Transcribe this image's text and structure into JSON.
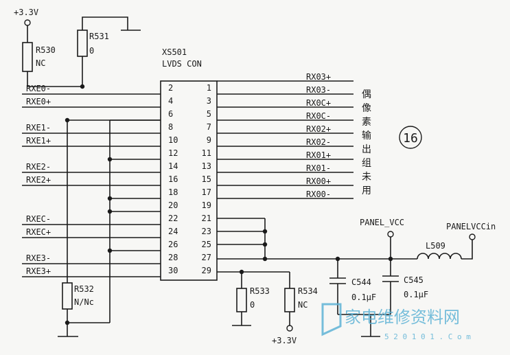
{
  "connector": {
    "ref": "XS501",
    "name": "LVDS CON",
    "left_pins": [
      "2",
      "4",
      "6",
      "8",
      "10",
      "12",
      "14",
      "16",
      "18",
      "20",
      "22",
      "24",
      "26",
      "28",
      "30"
    ],
    "right_pins": [
      "1",
      "3",
      "5",
      "7",
      "9",
      "11",
      "13",
      "15",
      "17",
      "19",
      "21",
      "23",
      "25",
      "27",
      "29"
    ]
  },
  "left_nets": [
    "RXE0-",
    "RXE0+",
    "RXE1-",
    "RXE1+",
    "RXE2-",
    "RXE2+",
    "RXEC-",
    "RXEC+",
    "RXE3-",
    "RXE3+"
  ],
  "right_nets": [
    "RX03+",
    "RX03-",
    "RX0C+",
    "RX0C-",
    "RX02+",
    "RX02-",
    "RX01+",
    "RX01-",
    "RX00+",
    "RX00-"
  ],
  "note_chars": [
    "偶",
    "像",
    "素",
    "输",
    "出",
    "组",
    "未",
    "用"
  ],
  "badge": "16",
  "power": {
    "supply": "+3.3V",
    "panel_vcc": "PANEL_VCC",
    "panel_vcc_in": "PANELVCCin"
  },
  "parts": {
    "r530": {
      "ref": "R530",
      "value": "NC"
    },
    "r531": {
      "ref": "R531",
      "value": "0"
    },
    "r532": {
      "ref": "R532",
      "value": "N/Nc"
    },
    "r533": {
      "ref": "R533",
      "value": "0"
    },
    "r534": {
      "ref": "R534",
      "value": "NC"
    },
    "c544": {
      "ref": "C544",
      "value": "0.1μF"
    },
    "c545": {
      "ref": "C545",
      "value": "0.1μF"
    },
    "l509": {
      "ref": "L509"
    }
  },
  "watermark": {
    "brand": "家电维修资料网",
    "url": "5 2 0 1 0 1 . C o m",
    "accent": "#5fb3d6"
  },
  "colors": {
    "ink": "#1a1a1a",
    "paper": "#f7f7f5"
  }
}
